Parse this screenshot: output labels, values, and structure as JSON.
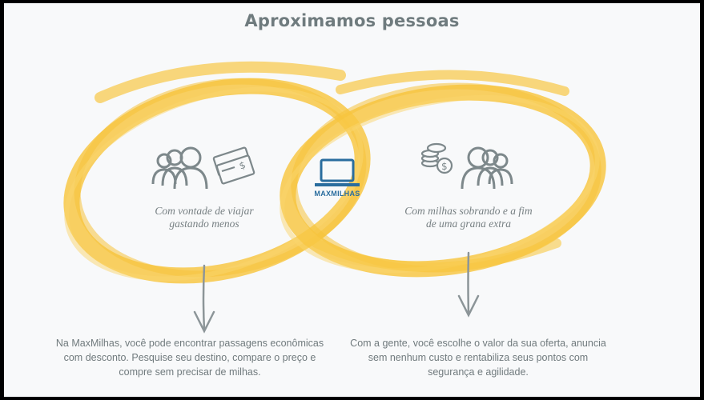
{
  "page": {
    "title": "Aproximamos pessoas",
    "brand": "MAXMILHAS",
    "left": {
      "tagline_line1": "Com vontade de viajar",
      "tagline_line2": "gastando menos",
      "description_line1": "Na MaxMilhas, você pode encontrar passagens econômicas",
      "description_line2": "com desconto. Pesquise seu destino, compare o preço e",
      "description_line3": "compre sem precisar de milhas.",
      "icons": [
        "people-group-icon",
        "ticket-dollar-icon"
      ]
    },
    "right": {
      "tagline_line1": "Com milhas sobrando e a fim",
      "tagline_line2": "de uma grana extra",
      "description_line1": "Com a gente, você escolhe o valor da sua oferta, anuncia",
      "description_line2": "sem nenhum custo e rentabiliza seus pontos com",
      "description_line3": "segurança e agilidade.",
      "icons": [
        "coins-dollar-icon",
        "people-group-icon"
      ]
    },
    "center_icon": "laptop-icon"
  },
  "colors": {
    "background": "#f8f9fa",
    "ring_yellow": "#f8c845",
    "icon_gray": "#7d888b",
    "brand_blue": "#2a6d9e",
    "text_gray": "#707a7d"
  }
}
